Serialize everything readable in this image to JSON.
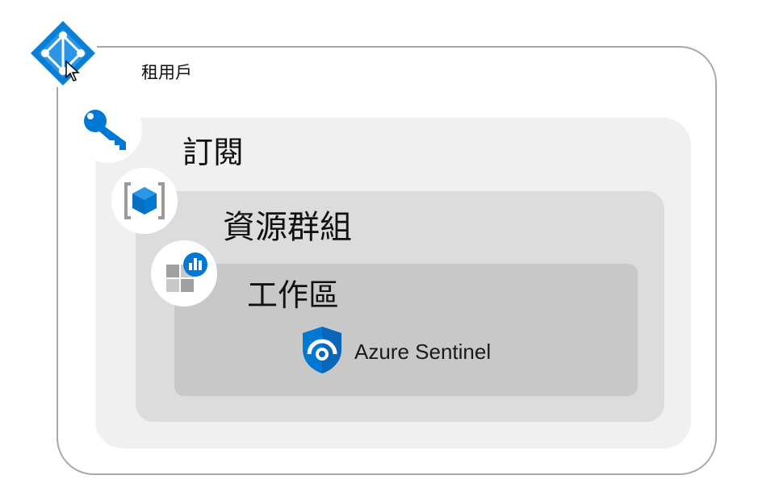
{
  "diagram": {
    "tenant": {
      "label": "租用戶",
      "icon": "azure-ad-diamond-icon"
    },
    "subscription": {
      "label": "訂閱",
      "icon": "key-icon"
    },
    "resource_group": {
      "label": "資源群組",
      "icon": "resource-group-cube-icon"
    },
    "workspace": {
      "label": "工作區",
      "icon": "log-analytics-workspace-icon"
    },
    "service": {
      "label": "Azure Sentinel",
      "icon": "sentinel-shield-icon"
    }
  },
  "colors": {
    "azure_blue": "#0078d4",
    "dark_blue": "#004e8c",
    "tenant_border": "#a8a8a8",
    "subscription_fill": "#f0f0f0",
    "resource_group_fill": "#dcdcdc",
    "workspace_fill": "#c8c8c8"
  }
}
